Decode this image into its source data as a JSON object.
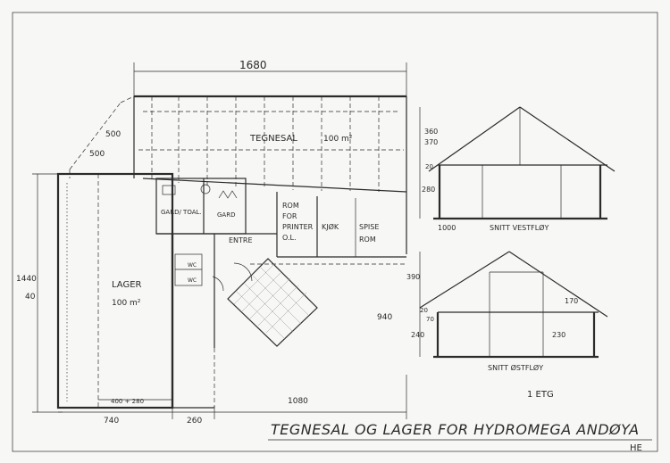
{
  "title": "TEGNESAL OG LAGER FOR HYDROMEGA ANDØYA",
  "initials": "HE",
  "floor_label": "1 ETG",
  "rooms": {
    "tegnesal": "TEGNESAL",
    "tegnesal_area": "100 m²",
    "lager": "LAGER",
    "lager_area": "100 m²",
    "garderobe_left": "GARD/ TOAL.",
    "garderobe_right": "GARD",
    "entre": "ENTRE",
    "rom_printer_1": "ROM",
    "rom_printer_2": "FOR",
    "rom_printer_3": "PRINTER",
    "rom_printer_4": "O.L.",
    "kjokken": "KJØK",
    "spise_1": "SPISE",
    "spise_2": "ROM",
    "wc_1": "WC",
    "wc_2": "WC"
  },
  "dimensions": {
    "top": "1680",
    "left_500_a": "500",
    "left_500_b": "500",
    "left_total": "1440",
    "left_40": "40",
    "bottom_left": "740",
    "bottom_mid": "260",
    "bottom_right": "1080",
    "bottom_inner": "400 + 280",
    "right_360": "360",
    "right_370": "370",
    "right_20": "20",
    "right_280": "280",
    "right_1000": "1000",
    "east_390": "390",
    "east_940": "940",
    "east_20": "20",
    "east_70": "70",
    "east_240": "240",
    "east_170": "170",
    "east_230": "230"
  },
  "sections": {
    "west": "SNITT VESTFLØY",
    "east": "SNITT ØSTFLØY"
  }
}
